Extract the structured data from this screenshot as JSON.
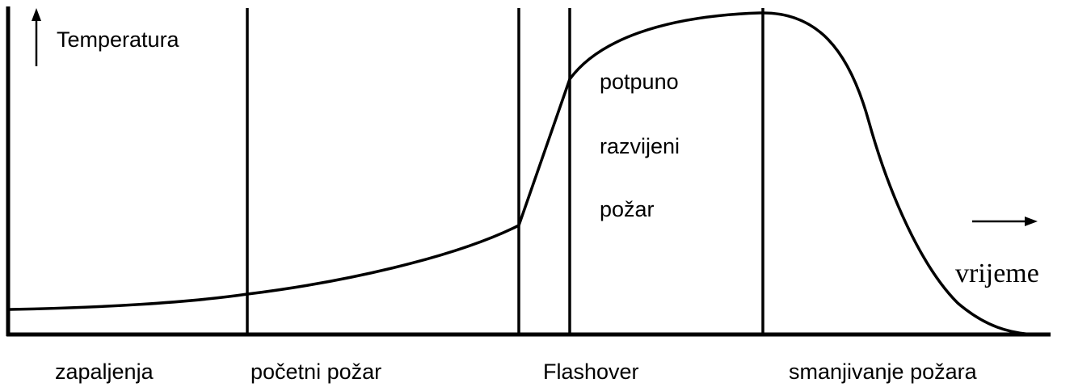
{
  "diagram": {
    "y_axis_label": "Temperatura",
    "x_axis_label": "vrijeme",
    "phases": [
      "zapaljenja",
      "početni požar",
      "Flashover",
      "smanjivanje požara"
    ],
    "annotation_lines": [
      "potpuno",
      "razvijeni",
      "požar"
    ]
  }
}
